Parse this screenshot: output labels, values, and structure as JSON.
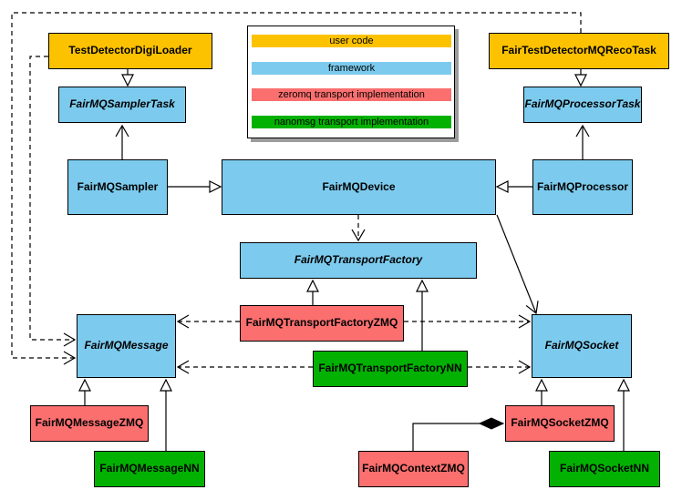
{
  "colors": {
    "user_code": "#FCC200",
    "framework": "#7CCBEE",
    "zeromq": "#FB6F6F",
    "nanomsg": "#03B103",
    "line": "#000000",
    "background": "#ffffff"
  },
  "legend": {
    "items": [
      {
        "label": "user code",
        "color": "#FCC200"
      },
      {
        "label": "framework",
        "color": "#7CCBEE"
      },
      {
        "label": "zeromq transport implementation",
        "color": "#FB6F6F"
      },
      {
        "label": "nanomsg transport implementation",
        "color": "#03B103"
      }
    ]
  },
  "nodes": {
    "tddl": {
      "label": "TestDetectorDigiLoader",
      "category": "user code",
      "abstract": false
    },
    "recoTask": {
      "label": "FairTestDetectorMQRecoTask",
      "category": "user code",
      "abstract": false
    },
    "samplerTask": {
      "label": "FairMQSamplerTask",
      "category": "framework",
      "abstract": true
    },
    "processorTask": {
      "label": "FairMQProcessorTask",
      "category": "framework",
      "abstract": true
    },
    "sampler": {
      "label": "FairMQSampler",
      "category": "framework",
      "abstract": false
    },
    "device": {
      "label": "FairMQDevice",
      "category": "framework",
      "abstract": false
    },
    "processor": {
      "label": "FairMQProcessor",
      "category": "framework",
      "abstract": false
    },
    "factory": {
      "label": "FairMQTransportFactory",
      "category": "framework",
      "abstract": true
    },
    "factoryZmq": {
      "label": "FairMQTransportFactoryZMQ",
      "category": "zeromq",
      "abstract": false
    },
    "factoryNn": {
      "label": "FairMQTransportFactoryNN",
      "category": "nanomsg",
      "abstract": false
    },
    "message": {
      "label": "FairMQMessage",
      "category": "framework",
      "abstract": true
    },
    "socket": {
      "label": "FairMQSocket",
      "category": "framework",
      "abstract": true
    },
    "messageZmq": {
      "label": "FairMQMessageZMQ",
      "category": "zeromq",
      "abstract": false
    },
    "messageNn": {
      "label": "FairMQMessageNN",
      "category": "nanomsg",
      "abstract": false
    },
    "socketZmq": {
      "label": "FairMQSocketZMQ",
      "category": "zeromq",
      "abstract": false
    },
    "socketNn": {
      "label": "FairMQSocketNN",
      "category": "nanomsg",
      "abstract": false
    },
    "contextZmq": {
      "label": "FairMQContextZMQ",
      "category": "zeromq",
      "abstract": false
    }
  },
  "edges": [
    {
      "from": "TestDetectorDigiLoader",
      "to": "FairMQSamplerTask",
      "type": "inheritance",
      "line": "solid"
    },
    {
      "from": "FairTestDetectorMQRecoTask",
      "to": "FairMQProcessorTask",
      "type": "inheritance",
      "line": "solid"
    },
    {
      "from": "FairMQSampler",
      "to": "FairMQDevice",
      "type": "inheritance",
      "line": "solid"
    },
    {
      "from": "FairMQProcessor",
      "to": "FairMQDevice",
      "type": "inheritance",
      "line": "solid"
    },
    {
      "from": "FairMQSampler",
      "to": "FairMQSamplerTask",
      "type": "association",
      "line": "solid"
    },
    {
      "from": "FairMQProcessor",
      "to": "FairMQProcessorTask",
      "type": "association",
      "line": "solid"
    },
    {
      "from": "FairMQDevice",
      "to": "FairMQTransportFactory",
      "type": "dependency",
      "line": "dashed"
    },
    {
      "from": "FairMQDevice",
      "to": "FairMQSocket",
      "type": "association",
      "line": "solid"
    },
    {
      "from": "TestDetectorDigiLoader",
      "to": "FairMQMessage",
      "type": "dependency",
      "line": "dashed"
    },
    {
      "from": "FairTestDetectorMQRecoTask",
      "to": "FairMQMessage",
      "type": "dependency",
      "line": "dashed"
    },
    {
      "from": "FairMQTransportFactoryZMQ",
      "to": "FairMQTransportFactory",
      "type": "inheritance",
      "line": "solid"
    },
    {
      "from": "FairMQTransportFactoryNN",
      "to": "FairMQTransportFactory",
      "type": "inheritance",
      "line": "solid"
    },
    {
      "from": "FairMQTransportFactoryZMQ",
      "to": "FairMQMessage",
      "type": "dependency",
      "line": "dashed"
    },
    {
      "from": "FairMQTransportFactoryZMQ",
      "to": "FairMQSocket",
      "type": "dependency",
      "line": "dashed"
    },
    {
      "from": "FairMQTransportFactoryNN",
      "to": "FairMQMessage",
      "type": "dependency",
      "line": "dashed"
    },
    {
      "from": "FairMQTransportFactoryNN",
      "to": "FairMQSocket",
      "type": "dependency",
      "line": "dashed"
    },
    {
      "from": "FairMQMessageZMQ",
      "to": "FairMQMessage",
      "type": "inheritance",
      "line": "solid"
    },
    {
      "from": "FairMQMessageNN",
      "to": "FairMQMessage",
      "type": "inheritance",
      "line": "solid"
    },
    {
      "from": "FairMQSocketZMQ",
      "to": "FairMQSocket",
      "type": "inheritance",
      "line": "solid"
    },
    {
      "from": "FairMQSocketNN",
      "to": "FairMQSocket",
      "type": "inheritance",
      "line": "solid"
    },
    {
      "from": "FairMQContextZMQ",
      "to": "FairMQSocketZMQ",
      "type": "composition",
      "line": "solid"
    }
  ]
}
